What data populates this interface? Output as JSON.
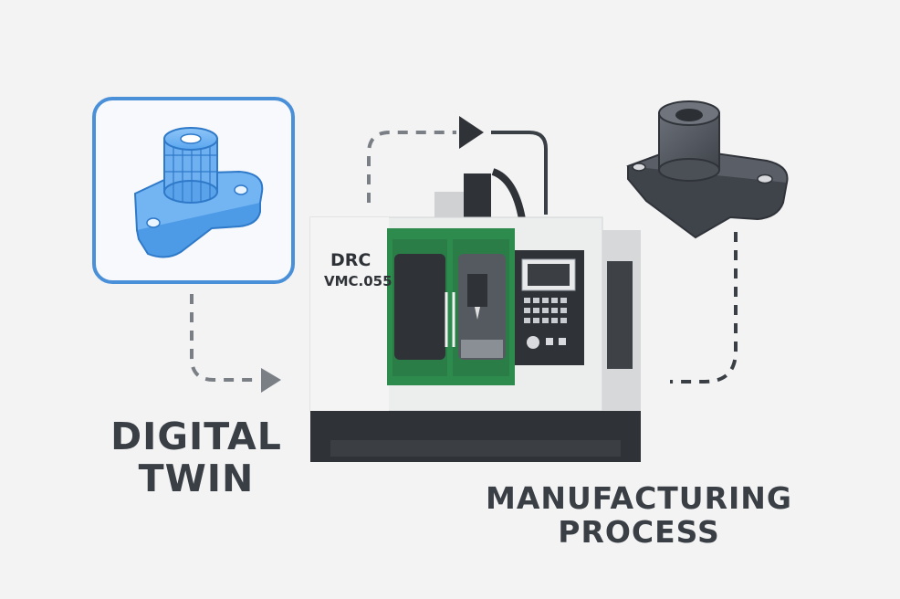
{
  "digital_twin": {
    "line1": "DIGITAL",
    "line2": "TWIN"
  },
  "machine": {
    "brand": "DRC",
    "model": "VMC.055"
  },
  "manufacturing": {
    "line1": "MANUFACTURING",
    "line2": "PROCESS"
  },
  "icons": {
    "digital_part": "blue-wireframe-flange-part-icon",
    "physical_part": "dark-gray-flange-part-icon",
    "machine": "cnc-vertical-machining-center-icon"
  },
  "colors": {
    "twin_blue": "#4a90d9",
    "machine_green": "#2e8b4e",
    "part_gray": "#4c5159",
    "text_dark": "#3a3f46",
    "arrow_gray": "#7a7f86"
  }
}
